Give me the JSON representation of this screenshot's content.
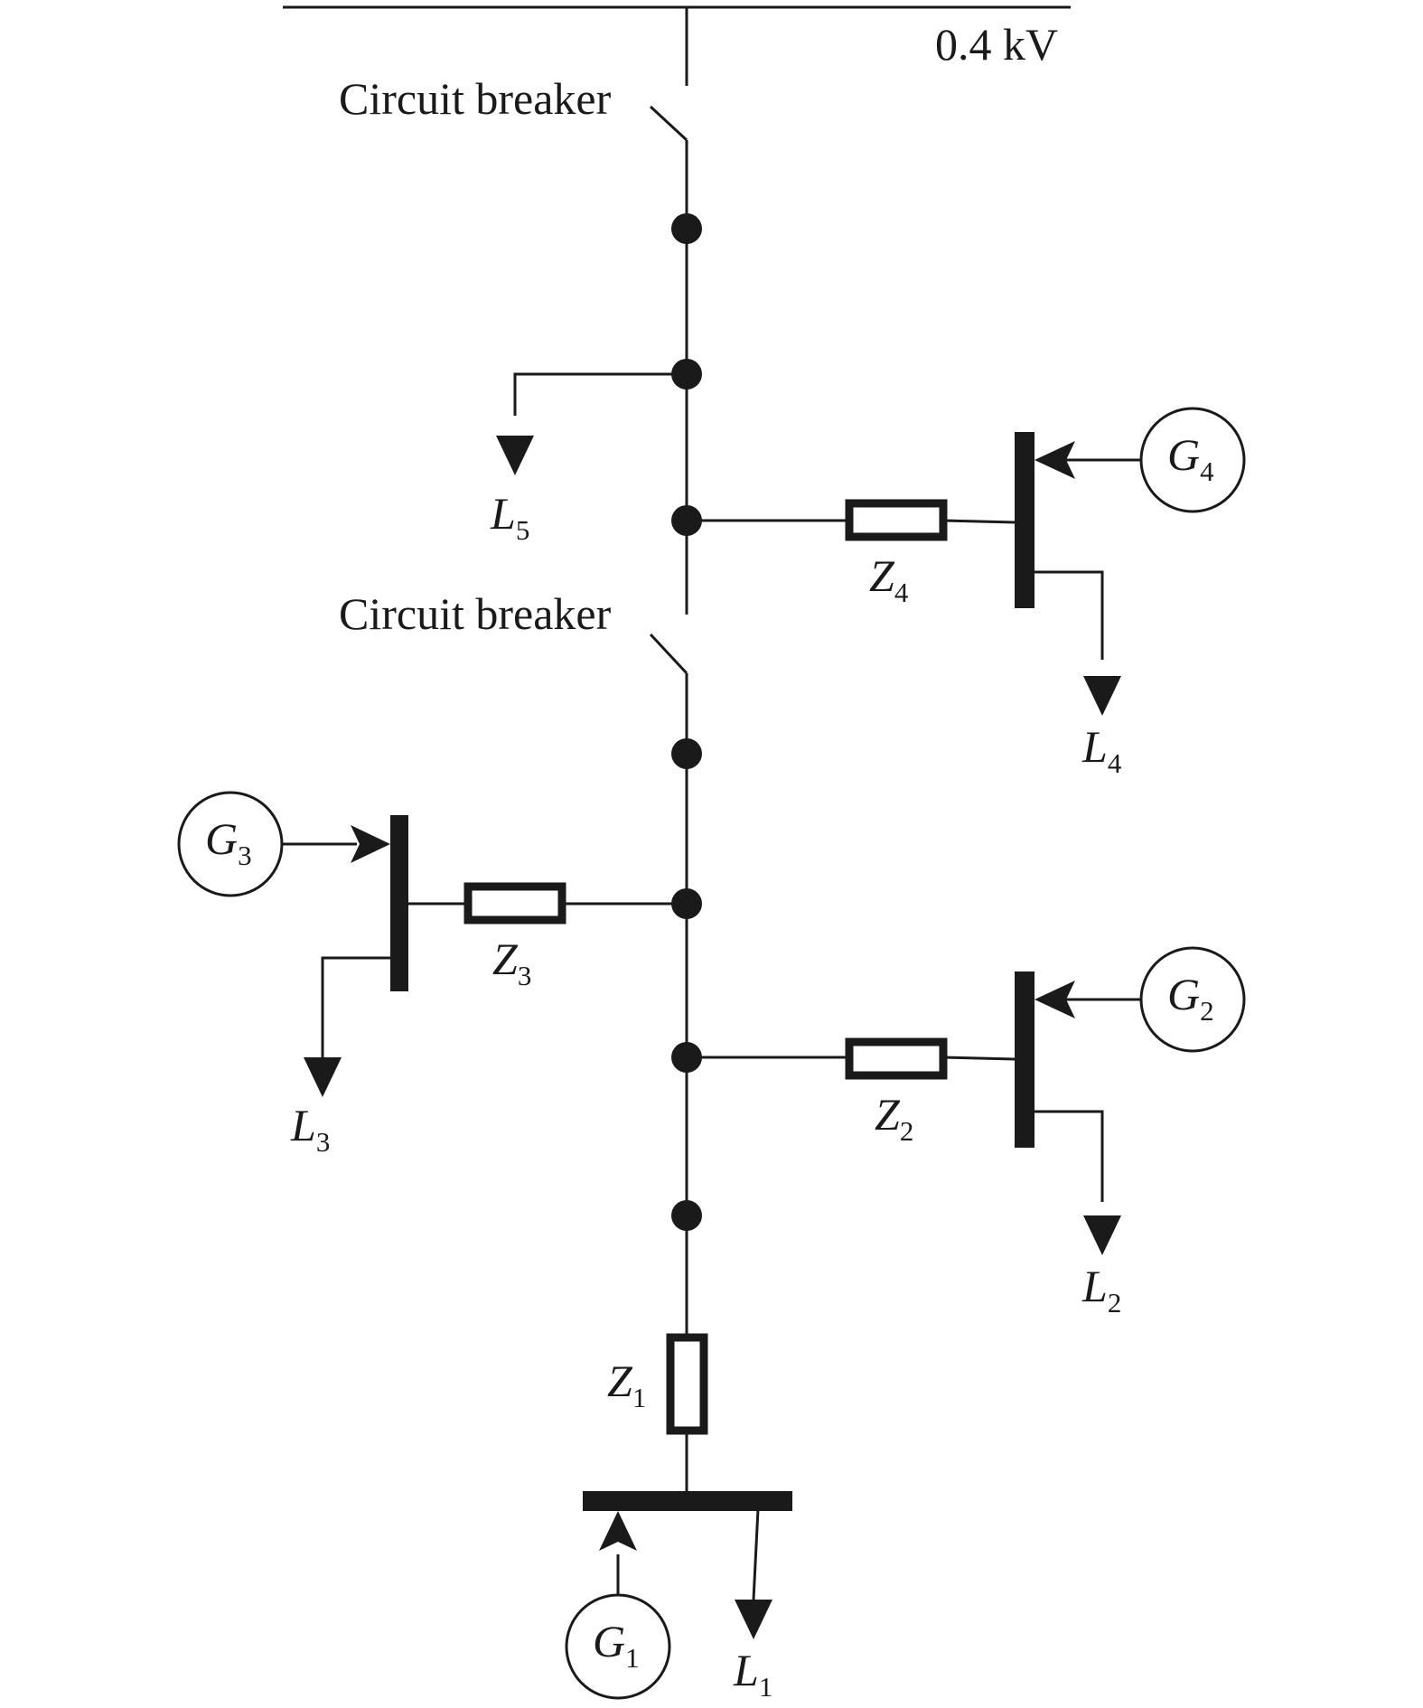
{
  "voltage_label": "0.4 kV",
  "breakers": [
    {
      "label": "Circuit breaker"
    },
    {
      "label": "Circuit breaker"
    }
  ],
  "impedances": [
    {
      "name": "Z",
      "sub": "1"
    },
    {
      "name": "Z",
      "sub": "2"
    },
    {
      "name": "Z",
      "sub": "3"
    },
    {
      "name": "Z",
      "sub": "4"
    }
  ],
  "generators": [
    {
      "name": "G",
      "sub": "1"
    },
    {
      "name": "G",
      "sub": "2"
    },
    {
      "name": "G",
      "sub": "3"
    },
    {
      "name": "G",
      "sub": "4"
    }
  ],
  "loads": [
    {
      "name": "L",
      "sub": "1"
    },
    {
      "name": "L",
      "sub": "2"
    },
    {
      "name": "L",
      "sub": "3"
    },
    {
      "name": "L",
      "sub": "4"
    },
    {
      "name": "L",
      "sub": "5"
    }
  ],
  "colors": {
    "line": "#1a1a1a",
    "background": "#ffffff"
  }
}
